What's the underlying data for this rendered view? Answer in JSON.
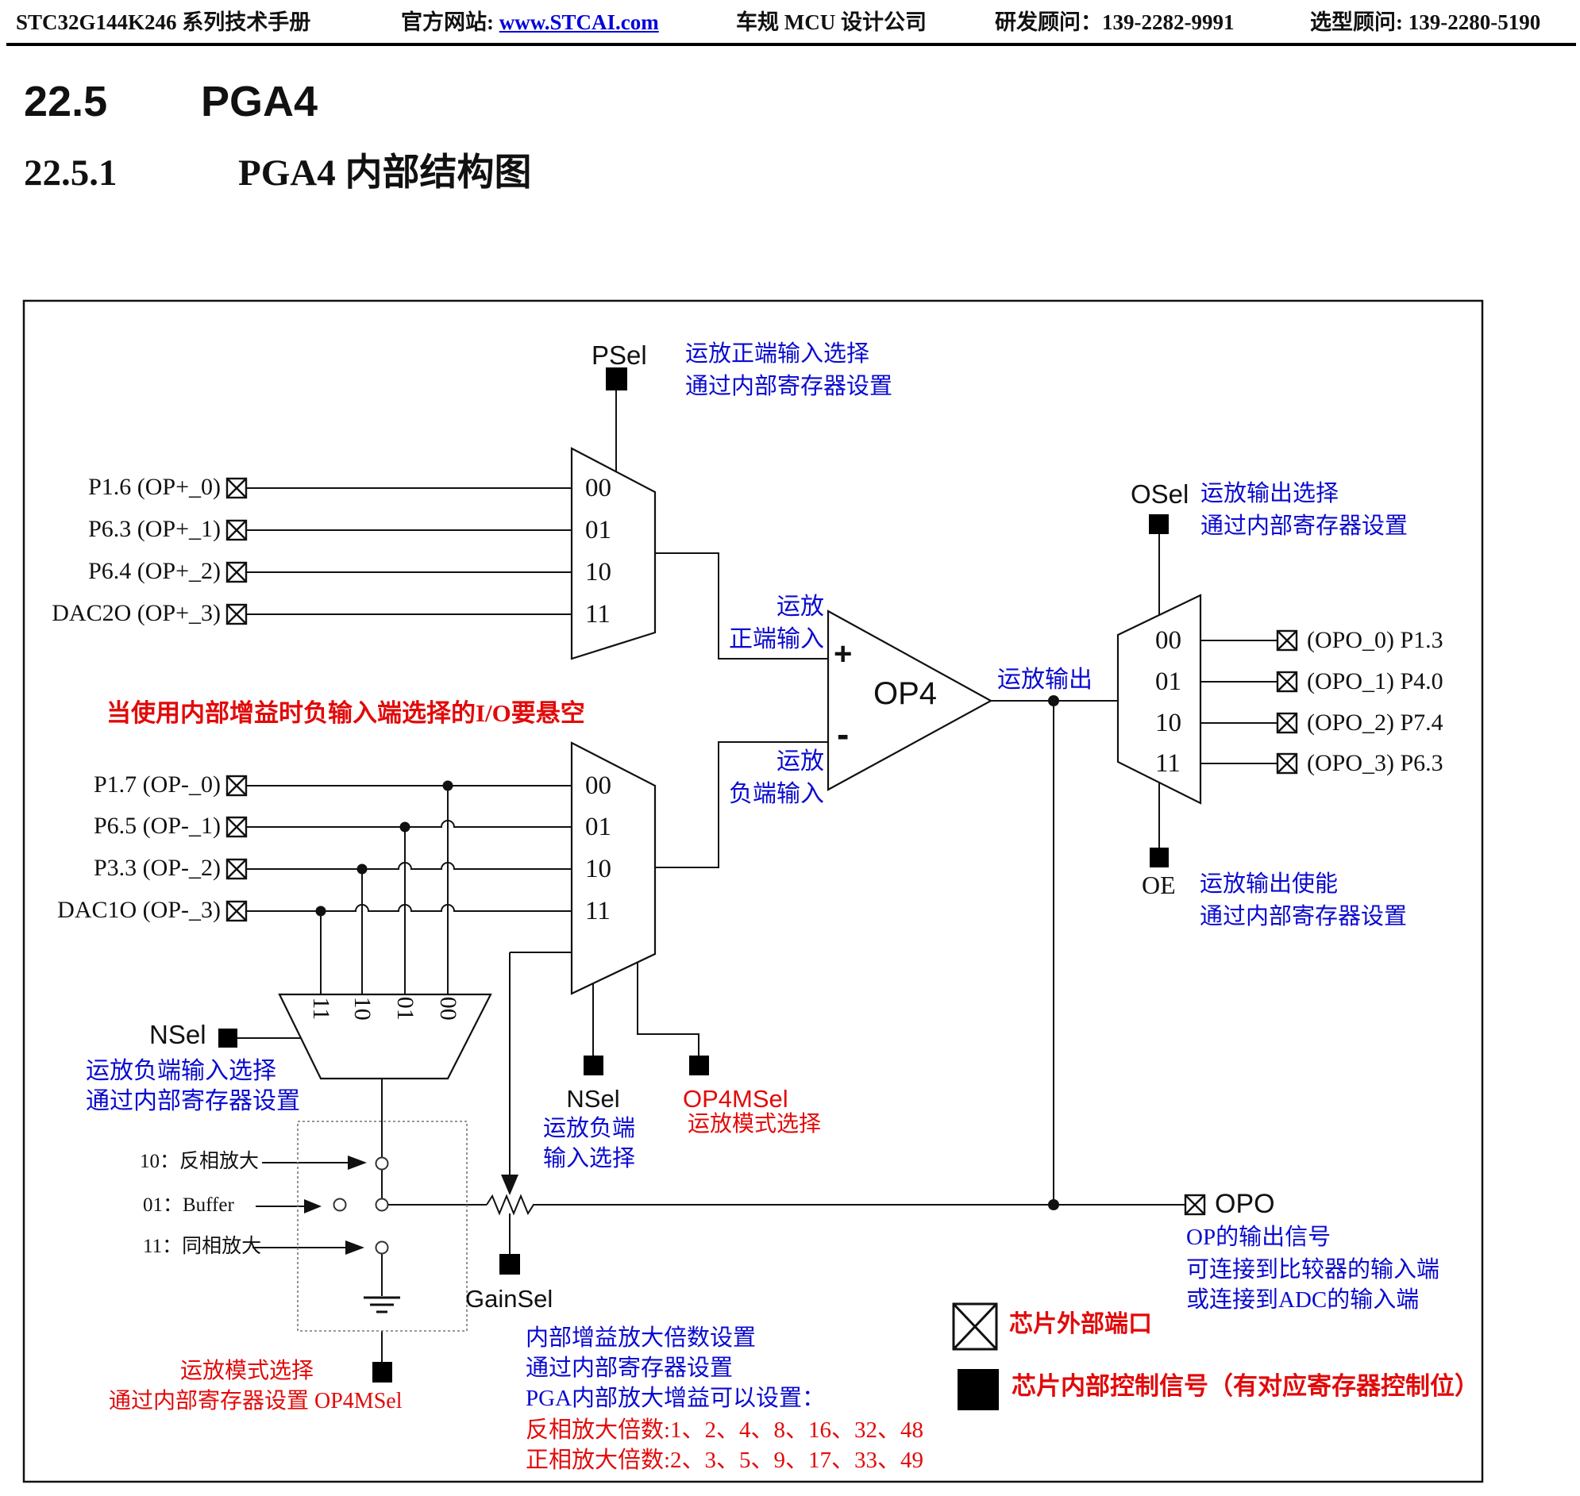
{
  "header": {
    "title": "STC32G144K246 系列技术手册",
    "site_label": "官方网站: ",
    "site_url": "www.STCAI.com",
    "company": "车规 MCU 设计公司",
    "rd_contact": "研发顾问：139-2282-9991",
    "sel_contact": "选型顾问: 139-2280-5190"
  },
  "headings": {
    "s1_num": "22.5",
    "s1_title": "PGA4",
    "s2_num": "22.5.1",
    "s2_title": "PGA4 内部结构图"
  },
  "diagram": {
    "warning": "当使用内部增益时负输入端选择的I/O要悬空",
    "pos_inputs": [
      "P1.6 (OP+_0)",
      "P6.3 (OP+_1)",
      "P6.4 (OP+_2)",
      "DAC2O (OP+_3)"
    ],
    "neg_inputs": [
      "P1.7 (OP-_0)",
      "P6.5 (OP-_1)",
      "P3.3 (OP-_2)",
      "DAC1O (OP-_3)"
    ],
    "outputs": [
      "(OPO_0) P1.3",
      "(OPO_1) P4.0",
      "(OPO_2) P7.4",
      "(OPO_3) P6.3"
    ],
    "mux_codes": [
      "00",
      "01",
      "10",
      "11"
    ],
    "rotated_codes": [
      "11",
      "10",
      "01",
      "00"
    ],
    "psel": {
      "name": "PSel",
      "line1": "运放正端输入选择",
      "line2": "通过内部寄存器设置"
    },
    "osel": {
      "name": "OSel",
      "line1": "运放输出选择",
      "line2": "通过内部寄存器设置"
    },
    "oe": {
      "name": "OE",
      "line1": "运放输出使能",
      "line2": "通过内部寄存器设置"
    },
    "nsel_bottom": {
      "name": "NSel",
      "line1": "运放负端输入选择",
      "line2": "通过内部寄存器设置"
    },
    "nsel_mid": {
      "name": "NSel",
      "line1": "运放负端",
      "line2": "输入选择"
    },
    "op4msel_mid": {
      "name": "OP4MSel",
      "line1": "运放模式选择"
    },
    "gainsel": {
      "name": "GainSel"
    },
    "opamp": {
      "name": "OP4",
      "plus": "+",
      "minus": "-"
    },
    "flow": {
      "pos1": "运放",
      "pos2": "正端输入",
      "neg1": "运放",
      "neg2": "负端输入",
      "out": "运放输出"
    },
    "switches": [
      "10：反相放大",
      "01：Buffer",
      "11：同相放大"
    ],
    "mode_bottom": {
      "line1": "运放模式选择",
      "line2": "通过内部寄存器设置 OP4MSel"
    },
    "gain_notes": {
      "blue1": "内部增益放大倍数设置",
      "blue2": "通过内部寄存器设置",
      "blue3": "PGA内部放大增益可以设置：",
      "red1": "反相放大倍数:1、2、4、8、16、32、48",
      "red2": "正相放大倍数:2、3、5、9、17、33、49"
    },
    "opo": {
      "label": "OPO",
      "desc1": "OP的输出信号",
      "desc2": "可连接到比较器的输入端",
      "desc3": "或连接到ADC的输入端"
    },
    "legend": {
      "external": "芯片外部端口",
      "internal": "芯片内部控制信号（有对应寄存器控制位）"
    }
  },
  "colors": {
    "blue": "#0a0ad0",
    "red": "#e20a0a",
    "line": "#111111"
  }
}
